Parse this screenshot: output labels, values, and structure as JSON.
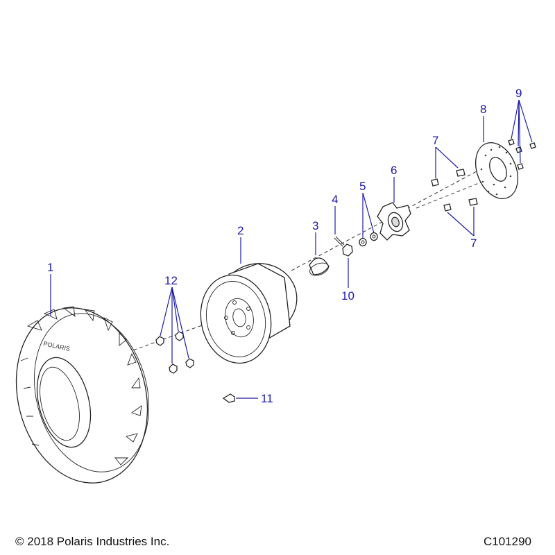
{
  "callouts": {
    "c1": "1",
    "c2": "2",
    "c3": "3",
    "c4": "4",
    "c5": "5",
    "c6": "6",
    "c7a": "7",
    "c7b": "7",
    "c8": "8",
    "c9": "9",
    "c10": "10",
    "c11": "11",
    "c12": "12"
  },
  "footer": {
    "copyright": "© 2018 Polaris Industries Inc.",
    "code": "C101290"
  },
  "colors": {
    "callout": "#1a1aa6",
    "line": "#222222"
  }
}
